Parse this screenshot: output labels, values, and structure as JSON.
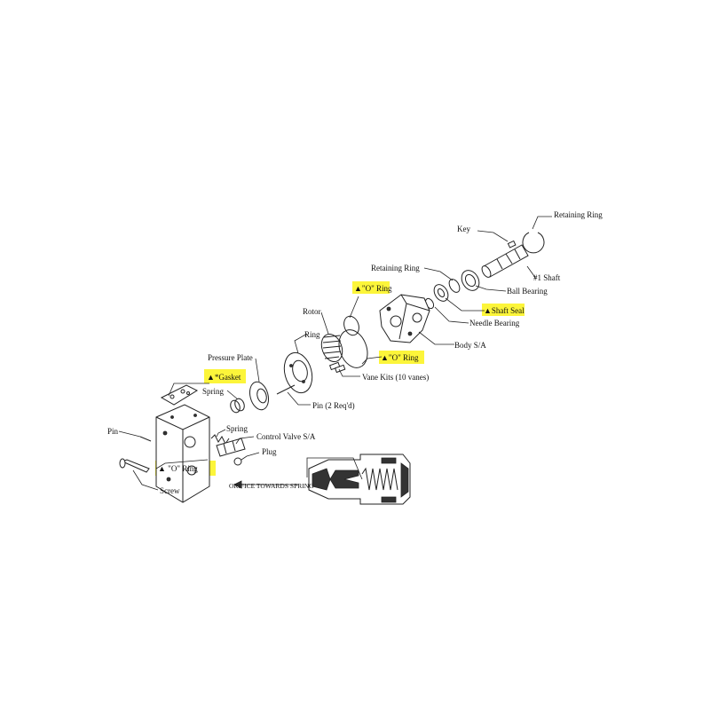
{
  "colors": {
    "highlight": "#fcf53a",
    "line": "#222222",
    "background": "#ffffff"
  },
  "labels": {
    "retaining_ring_top": "Retaining Ring",
    "key": "Key",
    "shaft": "#1 Shaft",
    "retaining_ring_mid": "Retaining Ring",
    "ball_bearing": "Ball Bearing",
    "o_ring_top": "▲\"O\" Ring",
    "shaft_seal": "▲Shaft Seal",
    "needle_bearing": "Needle Bearing",
    "rotor": "Rotor",
    "ring": "Ring",
    "body": "Body S/A",
    "o_ring_mid": "▲\"O\" Ring",
    "pressure_plate": "Pressure Plate",
    "gasket": "▲*Gasket",
    "vane_kits": "Vane Kits (10 vanes)",
    "spring_upper": "Spring",
    "pin_2": "Pin (2 Req'd)",
    "pin": "Pin",
    "spring_lower": "Spring",
    "control_valve": "Control Valve S/A",
    "plug": "Plug",
    "o_ring_bottom": "▲ \"O\" Ring",
    "screw": "Screw",
    "orifice": "ORIFICE TOWARDS SPRING"
  }
}
